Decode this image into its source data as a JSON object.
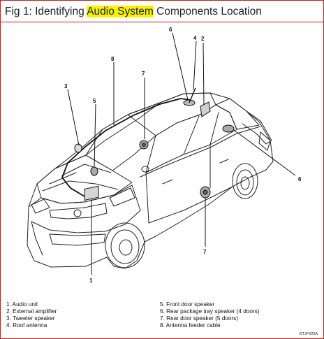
{
  "title": {
    "prefix": "Fig 1: Identifying ",
    "highlight": "Audio System",
    "suffix": " Components Location"
  },
  "callouts": [
    "1",
    "2",
    "3",
    "4",
    "5",
    "6",
    "6",
    "7",
    "7",
    "8"
  ],
  "legend": {
    "left": [
      "1. Audio unit",
      "2. External amplifier",
      "3. Tweeter speaker",
      "4. Roof antenna"
    ],
    "right": [
      "5. Front door speaker",
      "6. Rear package tray speaker (4 doors)",
      "7. Rear door speaker (5 doors)",
      "8. Antenna feeder cable"
    ]
  },
  "figure_code": "BTJF020A",
  "colors": {
    "frame": "#c0201c",
    "highlight": "#f6f200",
    "ink": "#111111"
  }
}
